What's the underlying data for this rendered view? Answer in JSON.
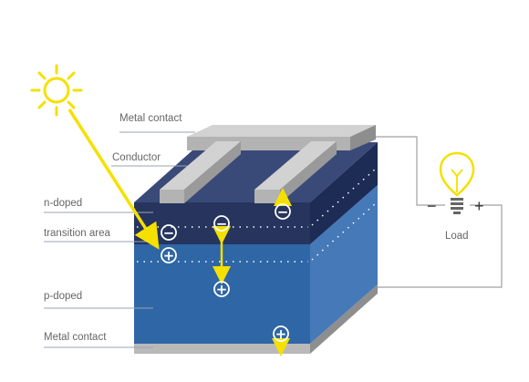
{
  "labels": {
    "metal_contact_top": "Metal contact",
    "conductor": "Conductor",
    "n_doped": "n-doped",
    "transition_area": "transition area",
    "p_doped": "p-doped",
    "metal_contact_bottom": "Metal contact",
    "load": "Load",
    "minus_terminal": "−",
    "plus_terminal": "+"
  },
  "charges": {
    "electron_symbol": "−",
    "hole_symbol": "+"
  },
  "colors": {
    "sun": "#f5e000",
    "n_layer": "#27345e",
    "p_layer": "#2f66a6",
    "metal": "#b9b9b9",
    "wire": "#a0a0a0",
    "label_text": "#666666"
  },
  "icons": [
    "sun-icon",
    "light-bulb-icon"
  ]
}
